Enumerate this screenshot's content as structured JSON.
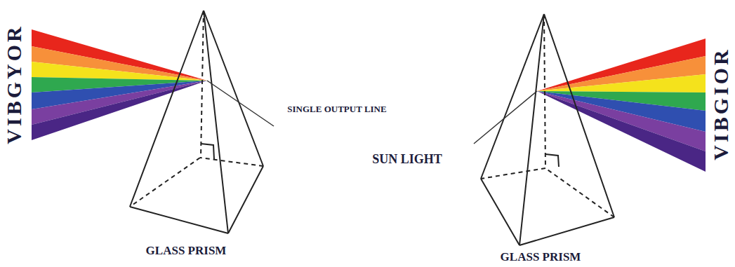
{
  "diagram": {
    "labels": [
      "VIBGYOR",
      "GLASS PRISM",
      "SINGLE OUTPUT LINE",
      "SUN LIGHT",
      "GLASS PRISM",
      "VIBGIOR"
    ]
  }
}
